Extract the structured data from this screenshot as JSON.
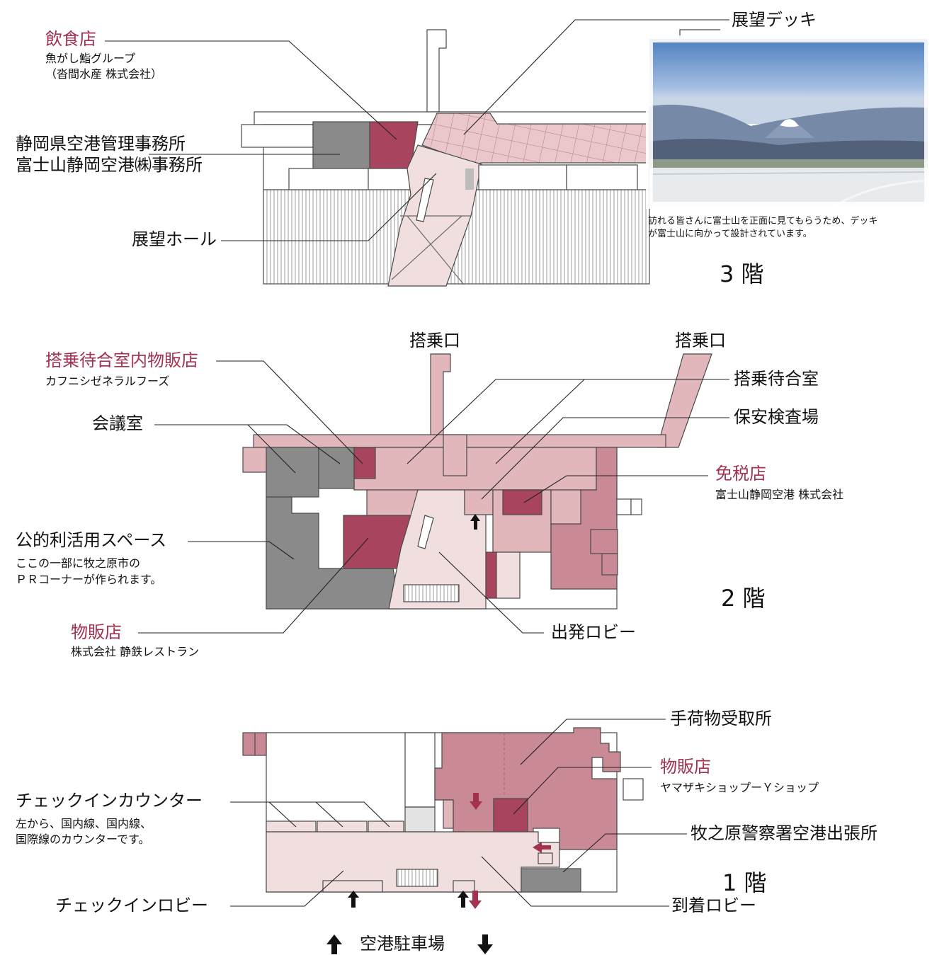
{
  "floor3": {
    "floor_label": "3 階",
    "restaurant": {
      "title": "飲食店",
      "line1": "魚がし鮨グループ",
      "line2": "（沓間水産 株式会社）"
    },
    "office": {
      "line1": "静岡県空港管理事務所",
      "line2": "富士山静岡空港㈱事務所"
    },
    "observation_hall": "展望ホール",
    "observation_deck": "展望デッキ",
    "photo_caption": {
      "line1": "訪れる皆さんに富士山を正面に見てもらうため、デッキ",
      "line2": "が富士山に向かって設計されています。"
    }
  },
  "floor2": {
    "floor_label": "2 階",
    "boarding_gate_left": "搭乗口",
    "boarding_gate_right": "搭乗口",
    "lounge_shop": {
      "title": "搭乗待合室内物販店",
      "sub": "カフニシゼネラルフーズ"
    },
    "meeting_room": "会議室",
    "public_space": {
      "title": "公的利活用スペース",
      "line1": "ここの一部に牧之原市の",
      "line2": "ＰＲコーナーが作られます。"
    },
    "shop": {
      "title": "物販店",
      "sub": "株式会社 静鉄レストラン"
    },
    "waiting_room": "搭乗待合室",
    "security": "保安検査場",
    "duty_free": {
      "title": "免税店",
      "sub": "富士山静岡空港 株式会社"
    },
    "departure_lobby": "出発ロビー"
  },
  "floor1": {
    "floor_label": "1 階",
    "baggage_claim": "手荷物受取所",
    "shop": {
      "title": "物販店",
      "sub": "ヤマザキショップーＹショップ"
    },
    "checkin_counter": {
      "title": "チェックインカウンター",
      "line1": "左から、国内線、国内線、",
      "line2": "国際線のカウンターです。"
    },
    "police": "牧之原警察署空港出張所",
    "checkin_lobby": "チェックインロビー",
    "arrival_lobby": "到着ロビー",
    "parking": "空港駐車場"
  },
  "colors": {
    "dark_gray": "#8a8a8a",
    "crimson": "#a8445e",
    "rose": "#c98a95",
    "pink": "#e2b7bc",
    "light_pink": "#f1dede",
    "outline": "#4a4a4a"
  }
}
